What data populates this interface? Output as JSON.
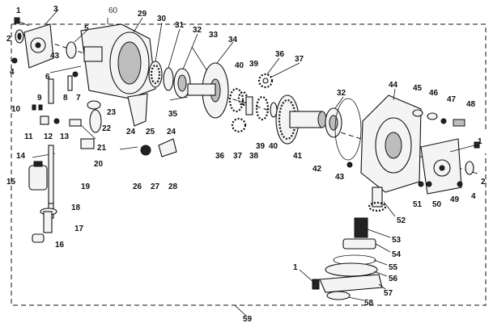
{
  "callouts": [
    {
      "id": "c1a",
      "text": "1"
    },
    {
      "id": "c2a",
      "text": "2"
    },
    {
      "id": "c3",
      "text": "3"
    },
    {
      "id": "c4a",
      "text": "4"
    },
    {
      "id": "c5",
      "text": "5"
    },
    {
      "id": "c6",
      "text": "6"
    },
    {
      "id": "c7",
      "text": "7"
    },
    {
      "id": "c8",
      "text": "8"
    },
    {
      "id": "c9",
      "text": "9"
    },
    {
      "id": "c10",
      "text": "10"
    },
    {
      "id": "c11",
      "text": "11"
    },
    {
      "id": "c12",
      "text": "12"
    },
    {
      "id": "c13",
      "text": "13"
    },
    {
      "id": "c14",
      "text": "14"
    },
    {
      "id": "c15",
      "text": "15"
    },
    {
      "id": "c16",
      "text": "16"
    },
    {
      "id": "c17",
      "text": "17"
    },
    {
      "id": "c18",
      "text": "18"
    },
    {
      "id": "c19",
      "text": "19"
    },
    {
      "id": "c20",
      "text": "20"
    },
    {
      "id": "c21",
      "text": "21"
    },
    {
      "id": "c22",
      "text": "22"
    },
    {
      "id": "c23",
      "text": "23"
    },
    {
      "id": "c24a",
      "text": "24"
    },
    {
      "id": "c24b",
      "text": "24"
    },
    {
      "id": "c25",
      "text": "25"
    },
    {
      "id": "c26",
      "text": "26"
    },
    {
      "id": "c27",
      "text": "27"
    },
    {
      "id": "c28",
      "text": "28"
    },
    {
      "id": "c29",
      "text": "29"
    },
    {
      "id": "c30",
      "text": "30"
    },
    {
      "id": "c31",
      "text": "31"
    },
    {
      "id": "c32a",
      "text": "32"
    },
    {
      "id": "c32b",
      "text": "32"
    },
    {
      "id": "c33",
      "text": "33"
    },
    {
      "id": "c34",
      "text": "34"
    },
    {
      "id": "c35",
      "text": "35"
    },
    {
      "id": "c36a",
      "text": "36"
    },
    {
      "id": "c36b",
      "text": "36"
    },
    {
      "id": "c37a",
      "text": "37"
    },
    {
      "id": "c37b",
      "text": "37"
    },
    {
      "id": "c38",
      "text": "38"
    },
    {
      "id": "c39a",
      "text": "39"
    },
    {
      "id": "c39b",
      "text": "39"
    },
    {
      "id": "c40a",
      "text": "40"
    },
    {
      "id": "c40b",
      "text": "40"
    },
    {
      "id": "c41",
      "text": "41"
    },
    {
      "id": "c42",
      "text": "42"
    },
    {
      "id": "c43a",
      "text": "43"
    },
    {
      "id": "c43b",
      "text": "43"
    },
    {
      "id": "c44",
      "text": "44"
    },
    {
      "id": "c45",
      "text": "45"
    },
    {
      "id": "c46",
      "text": "46"
    },
    {
      "id": "c47",
      "text": "47"
    },
    {
      "id": "c48",
      "text": "48"
    },
    {
      "id": "c49",
      "text": "49"
    },
    {
      "id": "c50",
      "text": "50"
    },
    {
      "id": "c51",
      "text": "51"
    },
    {
      "id": "c52",
      "text": "52"
    },
    {
      "id": "c53",
      "text": "53"
    },
    {
      "id": "c54",
      "text": "54"
    },
    {
      "id": "c55",
      "text": "55"
    },
    {
      "id": "c56",
      "text": "56"
    },
    {
      "id": "c57",
      "text": "57"
    },
    {
      "id": "c58",
      "text": "58"
    },
    {
      "id": "c59",
      "text": "59"
    },
    {
      "id": "c60",
      "text": "60"
    },
    {
      "id": "c1b",
      "text": "1"
    },
    {
      "id": "c1c",
      "text": "1"
    },
    {
      "id": "c2b",
      "text": "2"
    },
    {
      "id": "c4b",
      "text": "4"
    }
  ]
}
